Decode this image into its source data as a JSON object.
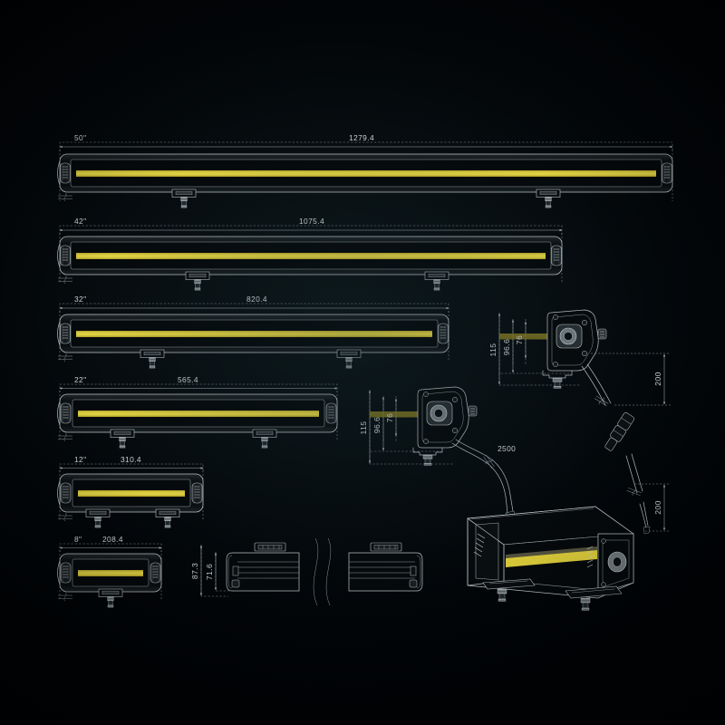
{
  "document": {
    "type": "technical-drawing",
    "subject": "LED light bar dimensional drawing",
    "background_color": "#03070a",
    "line_color": "#cfd6d9",
    "lens_color": "#f5e33f",
    "units": "mm (overall lengths), inches (nominal size labels)"
  },
  "bars": [
    {
      "id": "bar-50",
      "size_label": "50\"",
      "length_label": "1279.4",
      "mount_count": 2
    },
    {
      "id": "bar-42",
      "size_label": "42\"",
      "length_label": "1075.4",
      "mount_count": 2
    },
    {
      "id": "bar-32",
      "size_label": "32\"",
      "length_label": "820.4",
      "mount_count": 2
    },
    {
      "id": "bar-22",
      "size_label": "22\"",
      "length_label": "565.4",
      "mount_count": 2
    },
    {
      "id": "bar-12",
      "size_label": "12\"",
      "length_label": "310.4",
      "mount_count": 2
    },
    {
      "id": "bar-8",
      "size_label": "8\"",
      "length_label": "208.4",
      "mount_count": 1
    }
  ],
  "end_view_lower": {
    "name": "end-view-with-cable",
    "dim_overall_height": "115",
    "dim_body_height": "96.6",
    "dim_lens_height": "76",
    "cable_length": "2500"
  },
  "end_view_upper": {
    "name": "end-view-with-connector",
    "dim_overall_height": "115",
    "dim_body_height": "96.6",
    "dim_lens_height": "76",
    "dim_cable_drop_upper": "200",
    "dim_cable_drop_lower": "200"
  },
  "top_view": {
    "name": "top-view",
    "dim_overall_depth": "87.3",
    "dim_body_depth": "71.6"
  },
  "perspective_view": {
    "name": "isometric-light-bar"
  },
  "labels": {
    "size_50": "50\"",
    "size_42": "42\"",
    "size_32": "32\"",
    "size_22": "22\"",
    "size_12": "12\"",
    "size_8": "8\"",
    "len_50": "1279.4",
    "len_42": "1075.4",
    "len_32": "820.4",
    "len_22": "565.4",
    "len_12": "310.4",
    "len_8": "208.4",
    "h_115_a": "115",
    "h_966_a": "96.6",
    "h_76_a": "76",
    "h_115_b": "115",
    "h_966_b": "96.6",
    "h_76_b": "76",
    "d_200_a": "200",
    "d_200_b": "200",
    "cable_2500": "2500",
    "d_873": "87.3",
    "d_716": "71.6"
  }
}
